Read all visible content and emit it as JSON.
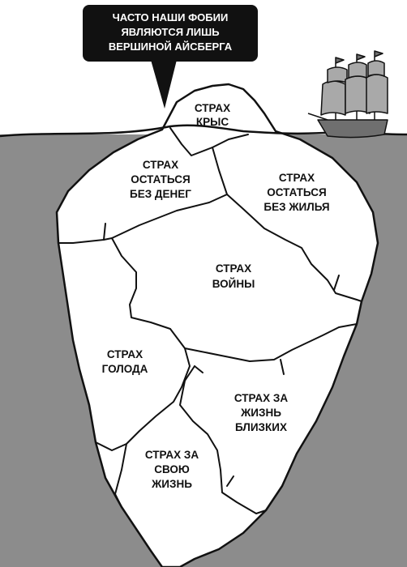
{
  "speech_bubble": {
    "lines": [
      "ЧАСТО НАШИ ФОБИИ",
      "ЯВЛЯЮТСЯ ЛИШЬ",
      "ВЕРШИНОЙ АЙСБЕРГА"
    ]
  },
  "fears": {
    "rats": [
      "СТРАХ",
      "КРЫС"
    ],
    "no_money": [
      "СТРАХ",
      "ОСТАТЬСЯ",
      "БЕЗ ДЕНЕГ"
    ],
    "no_home": [
      "СТРАХ",
      "ОСТАТЬСЯ",
      "БЕЗ ЖИЛЬЯ"
    ],
    "war": [
      "СТРАХ",
      "ВОЙНЫ"
    ],
    "hunger": [
      "СТРАХ",
      "ГОЛОДА"
    ],
    "loved_ones": [
      "СТРАХ ЗА",
      "ЖИЗНЬ",
      "БЛИЗКИХ"
    ],
    "own_life": [
      "СТРАХ ЗА",
      "СВОЮ",
      "ЖИЗНЬ"
    ]
  },
  "colors": {
    "water": "#8c8c8c",
    "ice": "#ffffff",
    "outline": "#111111",
    "bubble": "#111111",
    "sail": "#a9a9a9",
    "hull": "#6f6f6f"
  }
}
